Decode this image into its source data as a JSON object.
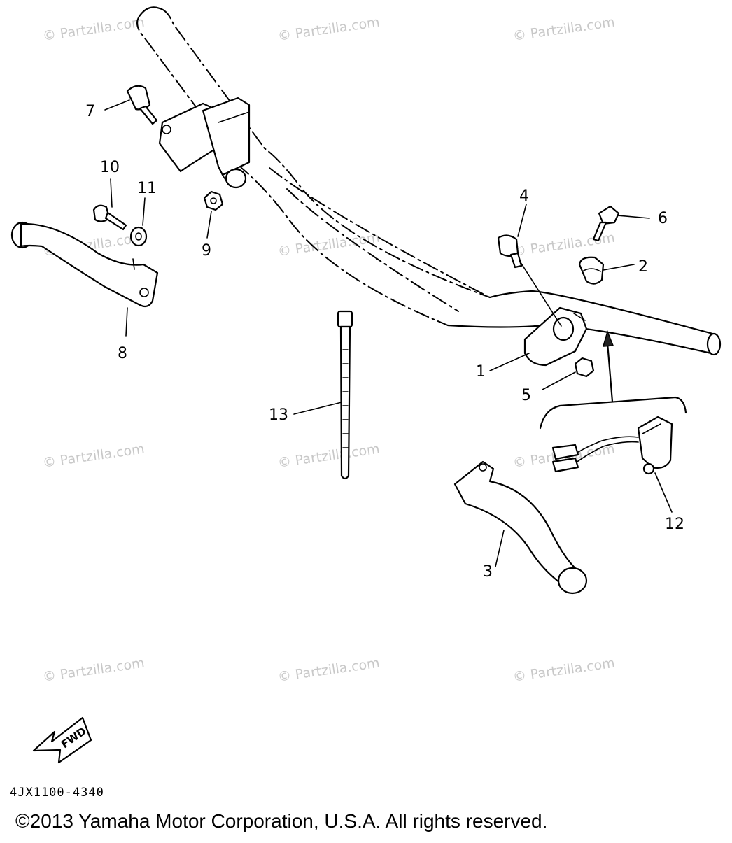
{
  "watermark": {
    "text": "© Partzilla.com"
  },
  "diagram": {
    "callouts": [
      {
        "id": "1",
        "label": "1"
      },
      {
        "id": "2",
        "label": "2"
      },
      {
        "id": "3",
        "label": "3"
      },
      {
        "id": "4",
        "label": "4"
      },
      {
        "id": "5",
        "label": "5"
      },
      {
        "id": "6",
        "label": "6"
      },
      {
        "id": "7",
        "label": "7"
      },
      {
        "id": "8",
        "label": "8"
      },
      {
        "id": "9",
        "label": "9"
      },
      {
        "id": "10",
        "label": "10"
      },
      {
        "id": "11",
        "label": "11"
      },
      {
        "id": "12",
        "label": "12"
      },
      {
        "id": "13",
        "label": "13"
      }
    ],
    "fwd_label": "FWD",
    "diagram_code": "4JX1100-4340"
  },
  "footer": {
    "copyright": "©2013 Yamaha Motor Corporation, U.S.A. All rights reserved."
  }
}
